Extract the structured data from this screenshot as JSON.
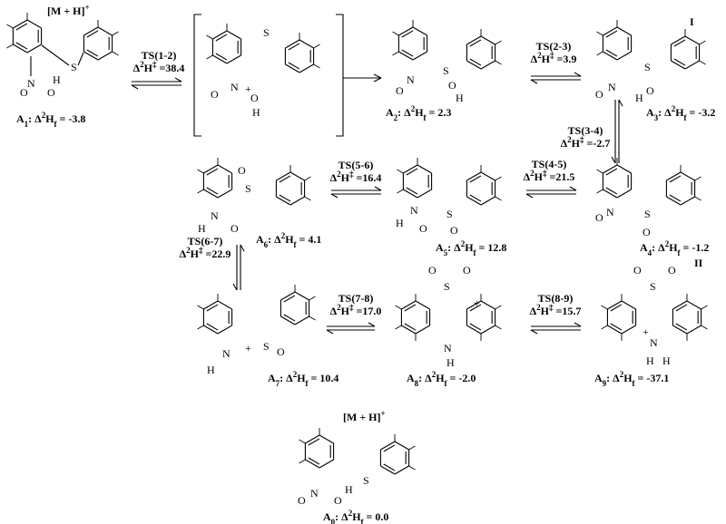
{
  "species": [
    {
      "id": "A1",
      "name": "A",
      "sub": "1",
      "value": "-3.8"
    },
    {
      "id": "A2",
      "name": "A",
      "sub": "2",
      "value": "2.3"
    },
    {
      "id": "A3",
      "name": "A",
      "sub": "3",
      "value": "-3.2"
    },
    {
      "id": "A4",
      "name": "A",
      "sub": "4",
      "value": "-1.2"
    },
    {
      "id": "A5",
      "name": "A",
      "sub": "5",
      "value": "12.8"
    },
    {
      "id": "A6",
      "name": "A",
      "sub": "6",
      "value": "4.1"
    },
    {
      "id": "A7",
      "name": "A",
      "sub": "7",
      "value": "10.4"
    },
    {
      "id": "A8",
      "name": "A",
      "sub": "8",
      "value": "-2.0"
    },
    {
      "id": "A9",
      "name": "A",
      "sub": "9",
      "value": "-37.1"
    },
    {
      "id": "A0",
      "name": "A",
      "sub": "0",
      "value": "0.0"
    }
  ],
  "enthalpy_label": "Δ²H",
  "enthalpy_sub": "f",
  "ts_label_sym": "Δ²H‡",
  "transitions": [
    {
      "id": "TS12",
      "label": "TS(1-2)",
      "value": "38.4"
    },
    {
      "id": "TS23",
      "label": "TS(2-3)",
      "value": "3.9"
    },
    {
      "id": "TS34",
      "label": "TS(3-4)",
      "value": "-2.7"
    },
    {
      "id": "TS45",
      "label": "TS(4-5)",
      "value": "21.5"
    },
    {
      "id": "TS56",
      "label": "TS(5-6)",
      "value": "16.4"
    },
    {
      "id": "TS67",
      "label": "TS(6-7)",
      "value": "22.9"
    },
    {
      "id": "TS78",
      "label": "TS(7-8)",
      "value": "17.0"
    },
    {
      "id": "TS89",
      "label": "TS(8-9)",
      "value": "15.7"
    }
  ],
  "ion_label": "[M + H]",
  "ion_charge": "+",
  "roman_I": "I",
  "roman_II": "II"
}
